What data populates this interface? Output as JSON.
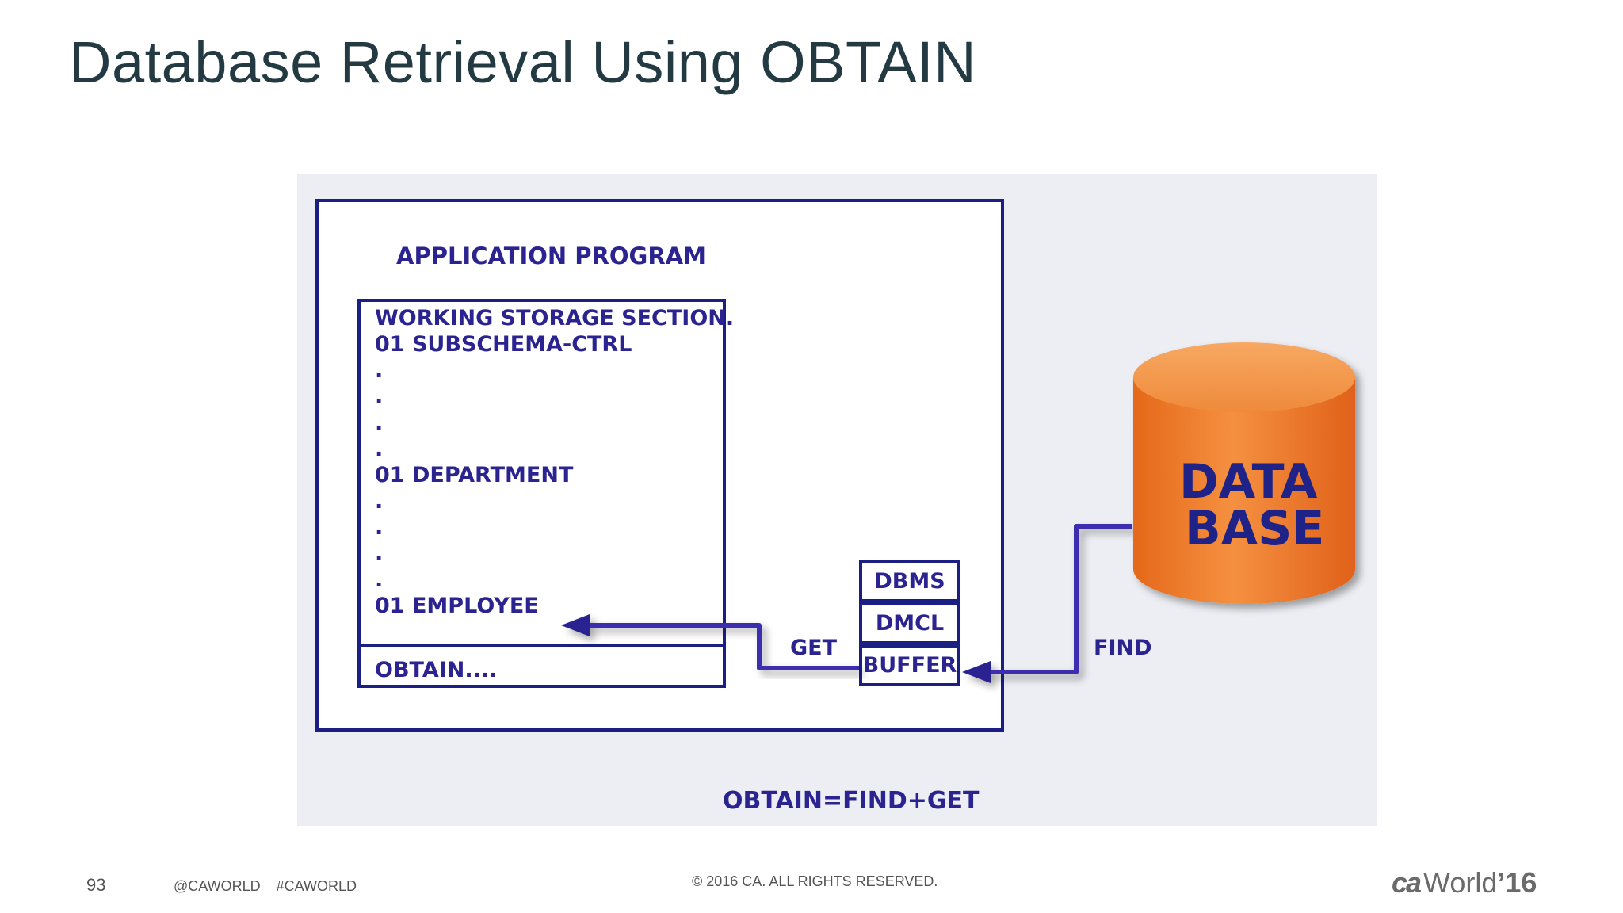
{
  "slide": {
    "title": "Database Retrieval Using OBTAIN"
  },
  "diagram": {
    "app_program_label": "APPLICATION PROGRAM",
    "working_storage": {
      "lines": [
        "WORKING STORAGE SECTION.",
        "01 SUBSCHEMA-CTRL",
        ".",
        ".",
        ".",
        ".",
        "01 DEPARTMENT",
        ".",
        ".",
        ".",
        ".",
        "01 EMPLOYEE"
      ],
      "obtain_line": "OBTAIN...."
    },
    "dbms_stack": [
      "DBMS",
      "DMCL",
      "BUFFER"
    ],
    "get_label": "GET",
    "find_label": "FIND",
    "database_label_line1": "DATA",
    "database_label_line2": "BASE",
    "formula": "OBTAIN=FIND+GET",
    "colors": {
      "line": "#2a2390",
      "arrow": "#3d2eb0",
      "cylinder": "#ee7a22",
      "panel": "#eceef3"
    }
  },
  "footer": {
    "page_number": "93",
    "handles": "@CAWORLD    #CAWORLD",
    "copyright": "© 2016 CA. ALL RIGHTS RESERVED.",
    "logo_mark": "ca",
    "logo_word": "World",
    "logo_year": "’16"
  }
}
